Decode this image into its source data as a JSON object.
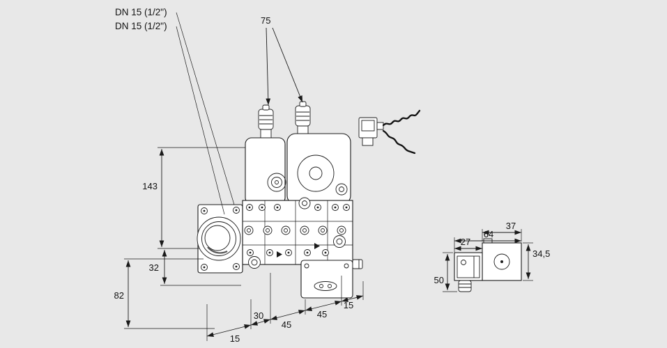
{
  "colors": {
    "background": "#e8e8e8",
    "line": "#1a1a1a",
    "fill": "#ffffff"
  },
  "labels": {
    "connection_top": "DN 15 (1/2\")",
    "connection_bottom": "DN 15 (1/2\")"
  },
  "dimensions": {
    "main_view": {
      "actuator_spacing": "75",
      "overall_height": "143",
      "axis_to_base": "32",
      "base_height": "82",
      "bottom_chain": [
        "15",
        "30",
        "45",
        "45",
        "15"
      ]
    },
    "side_view": {
      "coil_width": "27",
      "total_width": "64",
      "body_width": "37",
      "body_height": "34,5",
      "coil_height": "50"
    }
  }
}
